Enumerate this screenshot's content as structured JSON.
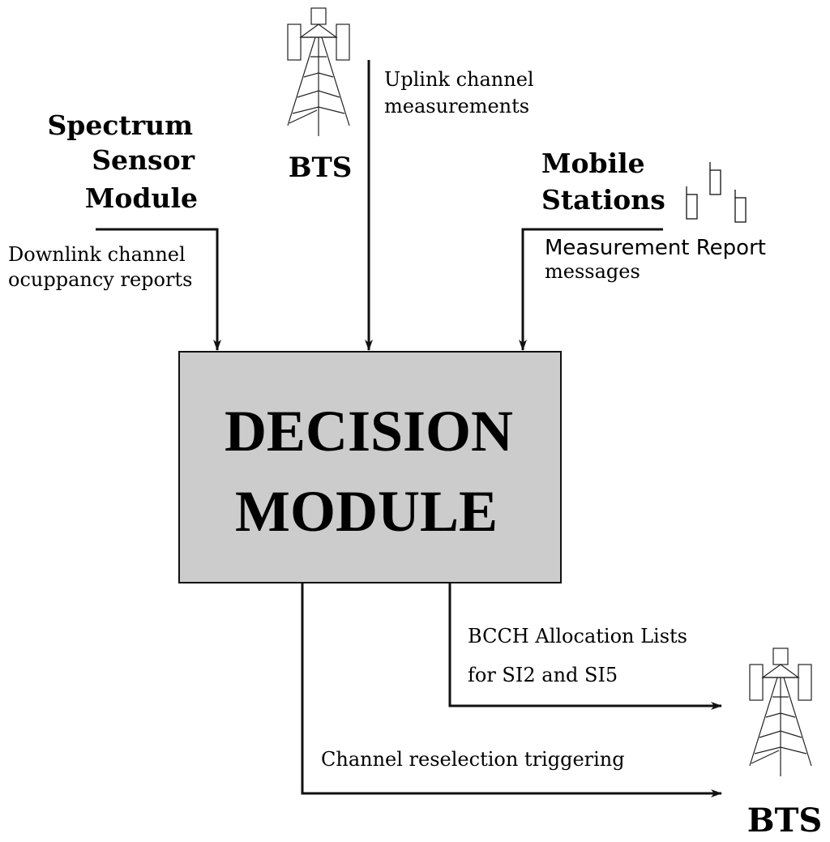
{
  "sources": {
    "spectrum_sensor": {
      "lines": [
        "Spectrum",
        "Sensor",
        "Module"
      ],
      "message_lines": [
        "Downlink channel",
        "ocuppancy reports"
      ]
    },
    "bts_top": {
      "label": "BTS",
      "icon": "bts-tower-icon",
      "message_lines": [
        "Uplink channel",
        "measurements"
      ]
    },
    "mobile_stations": {
      "lines": [
        "Mobile",
        "Stations"
      ],
      "icon": "mobile-phones-icon",
      "message_lines": [
        "Measurement Report",
        "messages"
      ]
    }
  },
  "decision_module": {
    "lines": [
      "DECISION",
      "MODULE"
    ],
    "fill": "#cccccc"
  },
  "outputs": {
    "bcch": {
      "lines": [
        "BCCH Allocation Lists",
        "for SI2 and SI5"
      ]
    },
    "reselection": {
      "label": "Channel reselection triggering"
    },
    "bts_bottom": {
      "label": "BTS",
      "icon": "bts-tower-icon"
    }
  },
  "colors": {
    "stroke": "#111111",
    "text": "#000000",
    "box_fill": "#cccccc"
  }
}
